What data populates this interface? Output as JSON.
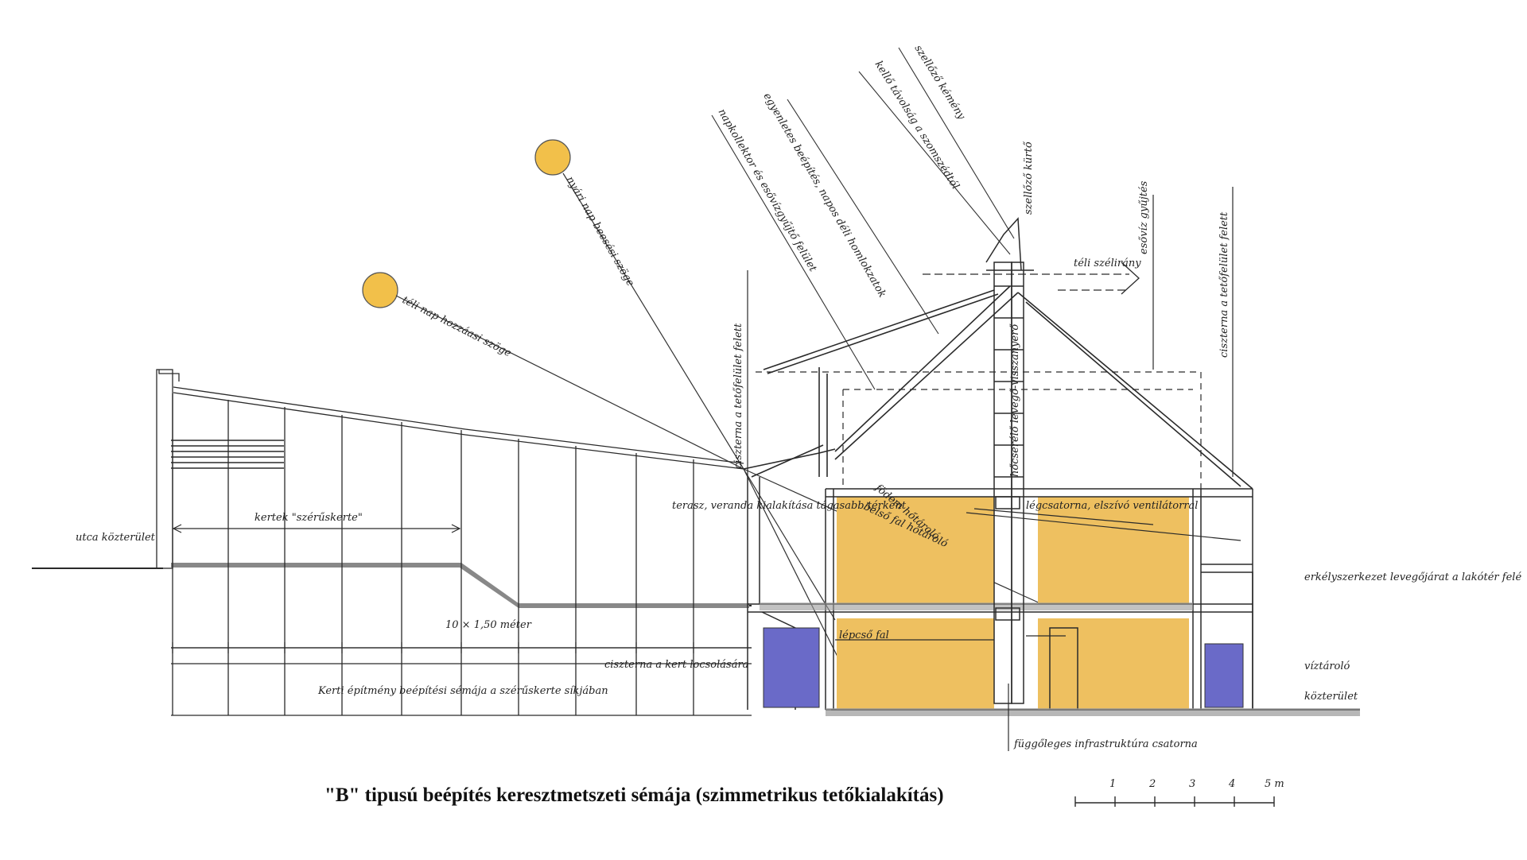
{
  "title": "\"B\" tipusú beépítés keresztmetszeti sémája (szimmetrikus tetőkialakítás)",
  "colors": {
    "sun": "#f2c04a",
    "wall_fill": "#eec060",
    "cistern": "#6a6ac8",
    "line": "#2a2a2a"
  },
  "icons": {
    "sun": "sun-circle",
    "wind": "wind-arrow"
  },
  "labels": {
    "sun_low": "téli nap hozzáasi szöge",
    "sun_high": "nyári nap beesési szöge",
    "roof_note_1": "napkollektor és esővízgyűjtő felület",
    "roof_note_2": "egyenletes beépítés, napos déli homlokzatok",
    "roof_note_3": "kellő távolság a szomszédtól",
    "roof_note_4": "szellőző kémény",
    "chimney": "szellőző kürtő",
    "wind": "téli szélirány",
    "cistern_top": "ciszterna a tetőfelület felett",
    "gutter_right": "esővíz gyűjtés",
    "downpipe_right": "ciszterna a tetőfelület felett",
    "street": "utca közterület",
    "courtyard": "kertek \"szérűskerte\"",
    "terrace": "terasz, veranda kialakítása tágasabb térként",
    "ceiling": "födém hőtároló",
    "inner_wall": "belső fal hőtároló",
    "vent": "légcsatorna, elszívó ventilátorral",
    "heat_recovery": "hőcserélő levegő-visszanyerő",
    "stair": "lépcső fal",
    "dimension": "10 × 1,50 méter",
    "cistern_garden": "ciszterna a kert locsolására",
    "courtyard_section": "Kerti építmény beépítési sémája a szérűskerte síkjában",
    "bottom_pipe": "függőleges infrastruktúra csatorna",
    "right_1": "erkélyszerkezet levegőjárat a lakótér felé",
    "right_2": "víztároló",
    "right_3": "közterület"
  },
  "scale": {
    "ticks": [
      "1",
      "2",
      "3",
      "4",
      "5 m"
    ]
  }
}
